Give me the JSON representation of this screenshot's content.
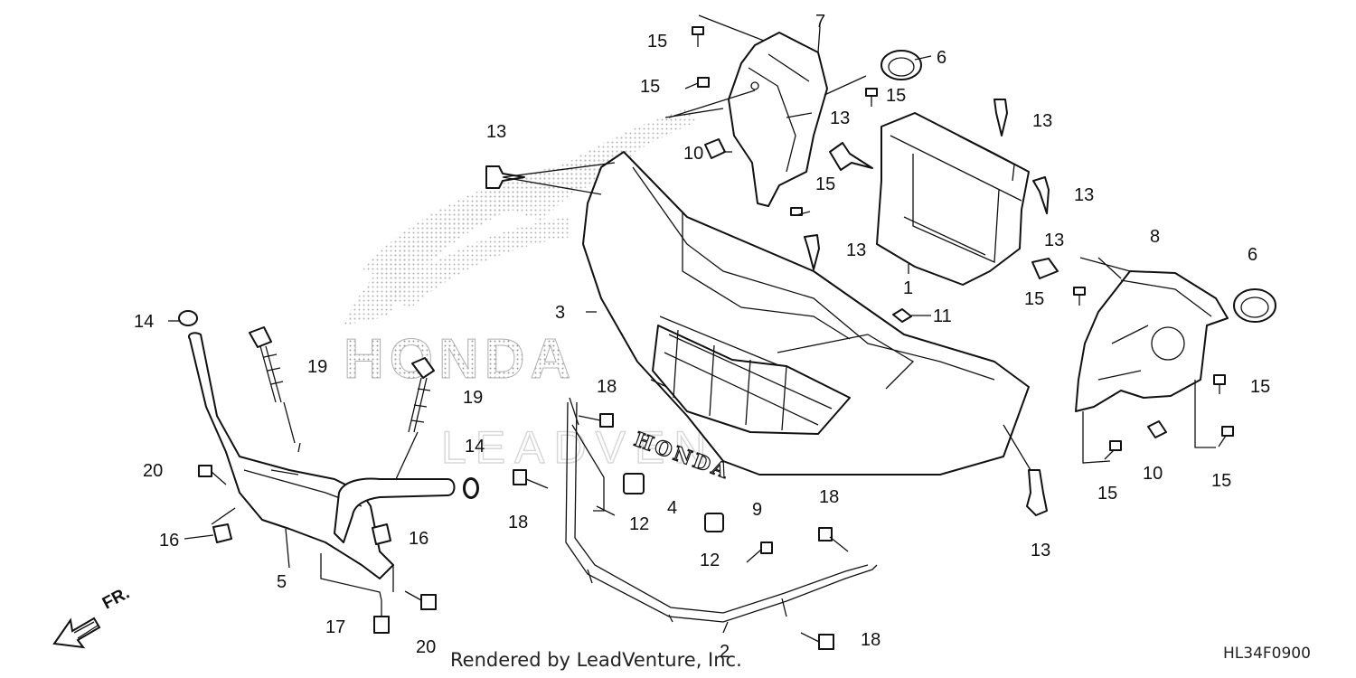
{
  "watermark": {
    "brand": "HONDA",
    "dealer": "LEADVENTURE"
  },
  "emblem_text": "HONDA",
  "credit": "Rendered by LeadVenture, Inc.",
  "diagram_code": "HL34F0900",
  "front_marker": "FR.",
  "callouts": [
    {
      "id": "c7",
      "label": "7"
    },
    {
      "id": "c15a",
      "label": "15"
    },
    {
      "id": "c6a",
      "label": "6"
    },
    {
      "id": "c15b",
      "label": "15"
    },
    {
      "id": "c15c",
      "label": "15"
    },
    {
      "id": "c13a",
      "label": "13"
    },
    {
      "id": "c13b",
      "label": "13"
    },
    {
      "id": "c13c",
      "label": "13"
    },
    {
      "id": "c10a",
      "label": "10"
    },
    {
      "id": "c15d",
      "label": "15"
    },
    {
      "id": "c13d",
      "label": "13"
    },
    {
      "id": "c13e",
      "label": "13"
    },
    {
      "id": "c13f",
      "label": "13"
    },
    {
      "id": "c8",
      "label": "8"
    },
    {
      "id": "c6b",
      "label": "6"
    },
    {
      "id": "c1",
      "label": "1"
    },
    {
      "id": "c15e",
      "label": "15"
    },
    {
      "id": "c3",
      "label": "3"
    },
    {
      "id": "c11",
      "label": "11"
    },
    {
      "id": "c14a",
      "label": "14"
    },
    {
      "id": "c19a",
      "label": "19"
    },
    {
      "id": "c19b",
      "label": "19"
    },
    {
      "id": "c15f",
      "label": "15"
    },
    {
      "id": "c18a",
      "label": "18"
    },
    {
      "id": "c14b",
      "label": "14"
    },
    {
      "id": "c20a",
      "label": "20"
    },
    {
      "id": "c4",
      "label": "4"
    },
    {
      "id": "c12a",
      "label": "12"
    },
    {
      "id": "c18b",
      "label": "18"
    },
    {
      "id": "c9",
      "label": "9"
    },
    {
      "id": "c18c",
      "label": "18"
    },
    {
      "id": "c10b",
      "label": "10"
    },
    {
      "id": "c15g",
      "label": "15"
    },
    {
      "id": "c15h",
      "label": "15"
    },
    {
      "id": "c13g",
      "label": "13"
    },
    {
      "id": "c16a",
      "label": "16"
    },
    {
      "id": "c16b",
      "label": "16"
    },
    {
      "id": "c12b",
      "label": "12"
    },
    {
      "id": "c5",
      "label": "5"
    },
    {
      "id": "c17",
      "label": "17"
    },
    {
      "id": "c20b",
      "label": "20"
    },
    {
      "id": "c2",
      "label": "2"
    },
    {
      "id": "c18d",
      "label": "18"
    }
  ]
}
